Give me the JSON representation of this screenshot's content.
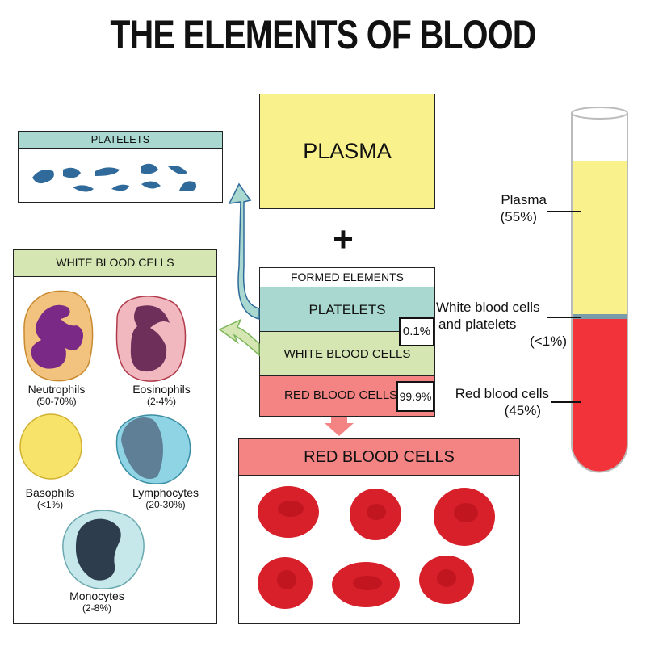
{
  "title": "THE ELEMENTS OF BLOOD",
  "platelets_box": {
    "label": "PLATELETS"
  },
  "plasma_box": {
    "label": "PLASMA"
  },
  "plus": "+",
  "formed_elements": {
    "header": "FORMED ELEMENTS",
    "platelets": "PLATELETS",
    "platelets_pct": "0.1%",
    "white": "WHITE BLOOD CELLS",
    "red": "RED BLOOD CELLS",
    "red_pct": "99.9%"
  },
  "wbc_box": {
    "header": "WHITE BLOOD CELLS",
    "cells": [
      {
        "name": "Neutrophils",
        "pct": "(50-70%)"
      },
      {
        "name": "Eosinophils",
        "pct": "(2-4%)"
      },
      {
        "name": "Basophils",
        "pct": "(<1%)"
      },
      {
        "name": "Lymphocytes",
        "pct": "(20-30%)"
      },
      {
        "name": "Monocytes",
        "pct": "(2-8%)"
      }
    ]
  },
  "rbc_box": {
    "header": "RED BLOOD CELLS"
  },
  "tube": {
    "plasma": {
      "name": "Plasma",
      "pct": "(55%)"
    },
    "buffy": {
      "name1": "White blood cells",
      "name2": "and platelets",
      "pct": "(<1%)"
    },
    "red": {
      "name": "Red blood cells",
      "pct": "(45%)"
    }
  },
  "colors": {
    "platelet_teal": "#a8d8cf",
    "wbc_green": "#d6e6b3",
    "rbc_pink": "#f48484",
    "plasma_yellow": "#f9f28c",
    "blood_red": "#f2333a"
  }
}
